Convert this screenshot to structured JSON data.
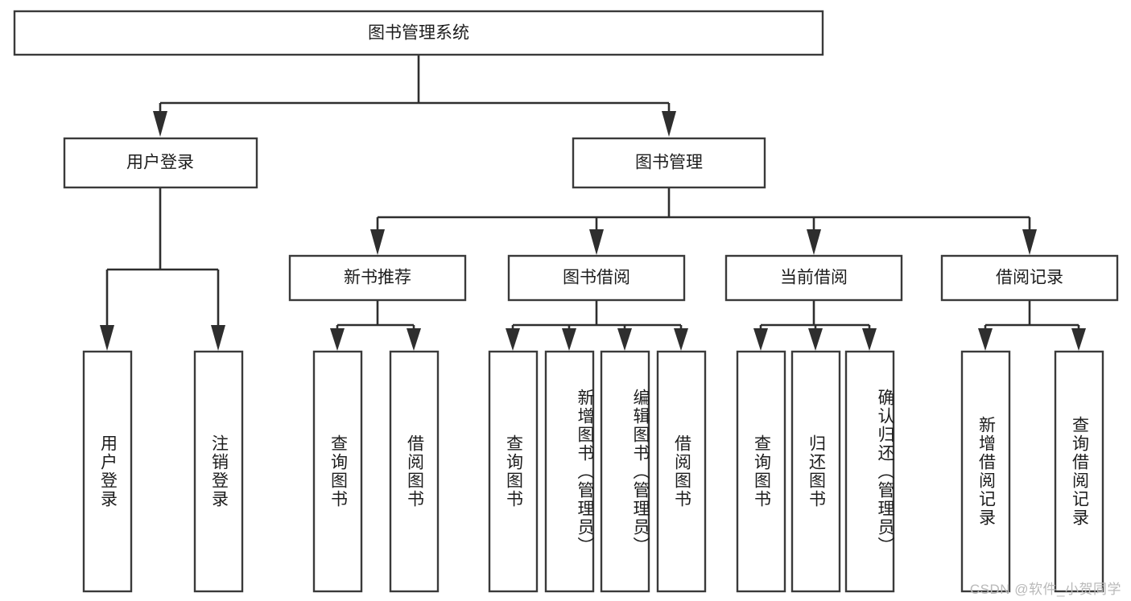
{
  "diagram": {
    "title": "图书管理系统",
    "type": "功能结构图",
    "watermark": "CSDN @软件_小贺同学",
    "colors": {
      "box_stroke": "#3a3a3a",
      "box_fill": "#ffffff",
      "connector": "#2e2e2e",
      "text": "#1d1d1d",
      "watermark": "#b9b9b9",
      "background": "#ffffff"
    },
    "root": {
      "label": "图书管理系统"
    },
    "level2": [
      {
        "id": "user-login",
        "label": "用户登录"
      },
      {
        "id": "book-manage",
        "label": "图书管理"
      }
    ],
    "level3": [
      {
        "id": "new-book-recommend",
        "label": "新书推荐",
        "parent": "book-manage"
      },
      {
        "id": "book-borrow",
        "label": "图书借阅",
        "parent": "book-manage"
      },
      {
        "id": "current-borrow",
        "label": "当前借阅",
        "parent": "book-manage"
      },
      {
        "id": "borrow-record",
        "label": "借阅记录",
        "parent": "book-manage"
      }
    ],
    "leaves": {
      "user-login": [
        {
          "id": "leaf-user-login",
          "label": "用户登录"
        },
        {
          "id": "leaf-user-logout",
          "label": "注销登录"
        }
      ],
      "new-book-recommend": [
        {
          "id": "leaf-query-book-1",
          "label": "查询图书"
        },
        {
          "id": "leaf-borrow-book-1",
          "label": "借阅图书"
        }
      ],
      "book-borrow": [
        {
          "id": "leaf-query-book-2",
          "label": "查询图书"
        },
        {
          "id": "leaf-add-book",
          "label": "新增图书（管理员）"
        },
        {
          "id": "leaf-edit-book",
          "label": "编辑图书（管理员）"
        },
        {
          "id": "leaf-borrow-book-2",
          "label": "借阅图书"
        }
      ],
      "current-borrow": [
        {
          "id": "leaf-query-book-3",
          "label": "查询图书"
        },
        {
          "id": "leaf-return-book",
          "label": "归还图书"
        },
        {
          "id": "leaf-confirm-return",
          "label": "确认归还（管理员）"
        }
      ],
      "borrow-record": [
        {
          "id": "leaf-add-record",
          "label": "新增借阅记录"
        },
        {
          "id": "leaf-query-record",
          "label": "查询借阅记录"
        }
      ]
    }
  }
}
